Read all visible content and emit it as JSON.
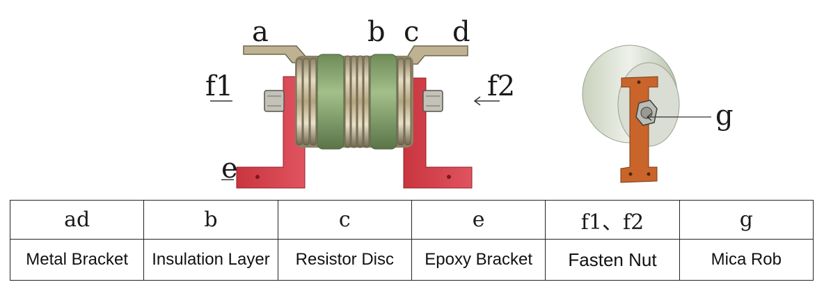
{
  "labels": {
    "a": "a",
    "b": "b",
    "c": "c",
    "d": "d",
    "f1": "f1",
    "f2": "f2",
    "e": "e",
    "g": "g"
  },
  "legend": {
    "codes": [
      "ad",
      "b",
      "c",
      "e",
      "f1、f2",
      "g"
    ],
    "names": [
      "Metal Bracket",
      "Insulation Layer",
      "Resistor Disc",
      "Epoxy Bracket",
      "Fasten Nut",
      "Mica Rob"
    ]
  },
  "colors": {
    "epoxy_bracket": "#d9414e",
    "metal": "#b8a98a",
    "insulation": "#8fae72",
    "mica_bracket": "#c9652a",
    "disc_body": "#dfe6d6"
  }
}
